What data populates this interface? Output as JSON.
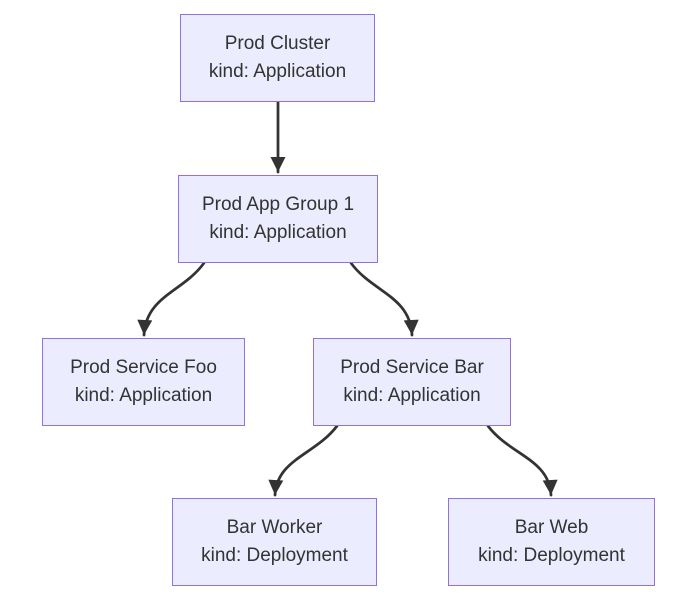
{
  "diagram": {
    "type": "flowchart-top-down",
    "colors": {
      "background": "#FFFFFF",
      "node_fill": "#ECECFF",
      "node_border": "#9370DB",
      "edge": "#333333",
      "text": "#333333"
    },
    "nodes": [
      {
        "label": "Prod Cluster",
        "kind": "kind: Application"
      },
      {
        "label": "Prod App Group 1",
        "kind": "kind: Application"
      },
      {
        "label": "Prod Service Foo",
        "kind": "kind: Application"
      },
      {
        "label": "Prod Service Bar",
        "kind": "kind: Application"
      },
      {
        "label": "Bar Worker",
        "kind": "kind: Deployment"
      },
      {
        "label": "Bar Web",
        "kind": "kind: Deployment"
      }
    ],
    "edges": [
      {
        "from": "Prod Cluster",
        "to": "Prod App Group 1"
      },
      {
        "from": "Prod App Group 1",
        "to": "Prod Service Foo"
      },
      {
        "from": "Prod App Group 1",
        "to": "Prod Service Bar"
      },
      {
        "from": "Prod Service Bar",
        "to": "Bar Worker"
      },
      {
        "from": "Prod Service Bar",
        "to": "Bar Web"
      }
    ]
  }
}
